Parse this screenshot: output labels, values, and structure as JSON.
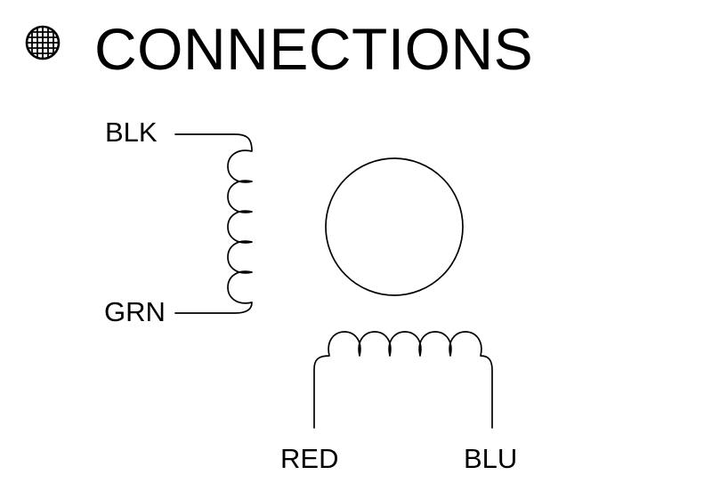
{
  "title": "CONNECTIONS",
  "colors": {
    "line": "#000000",
    "text": "#000000",
    "background": "#ffffff"
  },
  "icons": {
    "globe": "globe-grid-icon"
  },
  "diagram": {
    "labels": {
      "coil_a_top": "BLK",
      "coil_a_bottom": "GRN",
      "coil_b_left": "RED",
      "coil_b_right": "BLU"
    },
    "components": {
      "coil_a": "winding between BLK and GRN",
      "motor_body": "circle",
      "coil_b": "winding between RED and BLU"
    }
  }
}
